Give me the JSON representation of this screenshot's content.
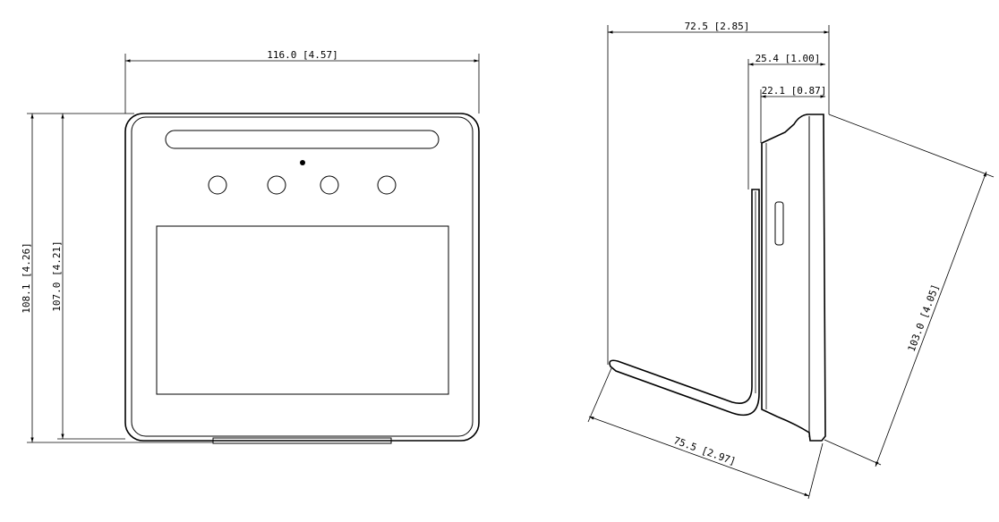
{
  "front_view": {
    "width_dim": "116.0 [4.57]",
    "outer_height_dim": "108.1 [4.26]",
    "inner_height_dim": "107.0 [4.21]"
  },
  "side_view": {
    "overall_depth_dim": "72.5 [2.85]",
    "bracket_depth_dim": "25.4 [1.00]",
    "body_depth_dim": "22.1 [0.87]",
    "diagonal_height_dim": "103.0 [4.05]",
    "stand_length_dim": "75.5 [2.97]"
  }
}
